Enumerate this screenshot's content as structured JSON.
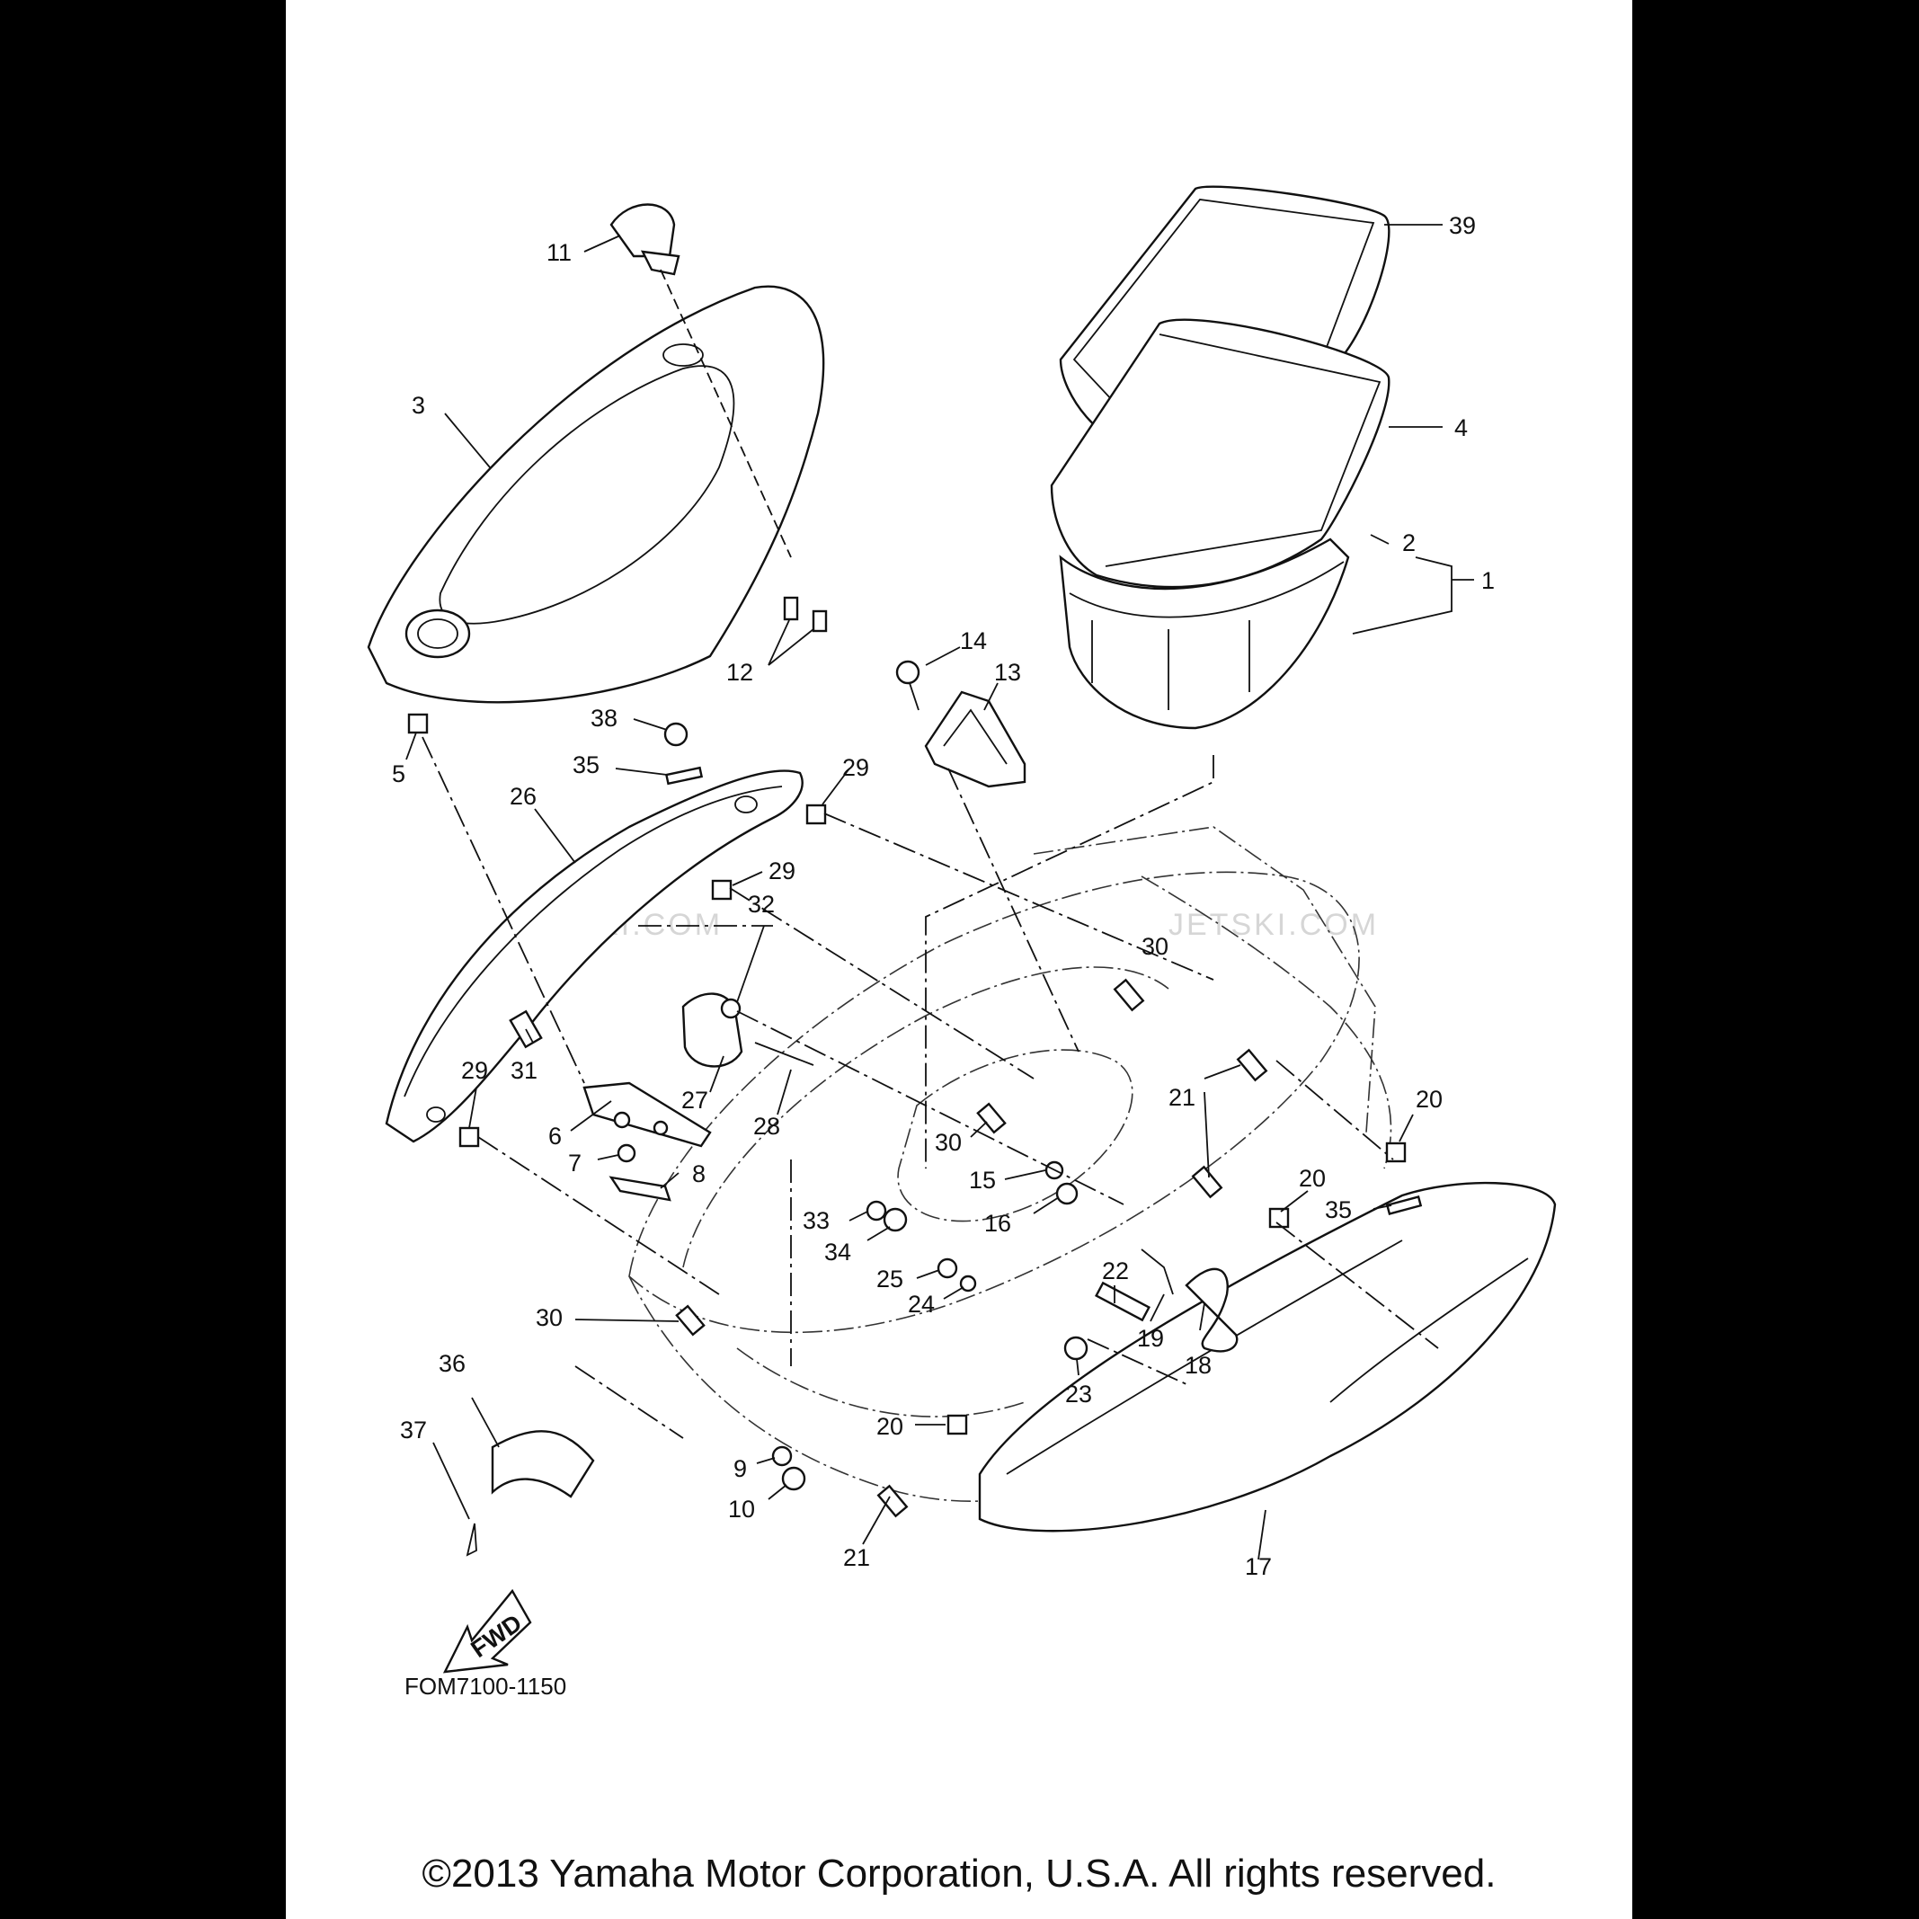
{
  "diagram_ref": "FOM7100-1150",
  "copyright": "©2013 Yamaha Motor Corporation, U.S.A. All rights reserved.",
  "watermark": "JETSKI.COM",
  "fwd_label": "FWD",
  "callouts": {
    "c1": "1",
    "c2": "2",
    "c3": "3",
    "c4": "4",
    "c5": "5",
    "c6": "6",
    "c7": "7",
    "c8": "8",
    "c9": "9",
    "c10": "10",
    "c11": "11",
    "c12": "12",
    "c13": "13",
    "c14": "14",
    "c15": "15",
    "c16": "16",
    "c17": "17",
    "c18": "18",
    "c19": "19",
    "c20a": "20",
    "c20b": "20",
    "c20c": "20",
    "c21a": "21",
    "c21b": "21",
    "c22": "22",
    "c23": "23",
    "c24": "24",
    "c25": "25",
    "c26": "26",
    "c27": "27",
    "c28": "28",
    "c29a": "29",
    "c29b": "29",
    "c29c": "29",
    "c30a": "30",
    "c30b": "30",
    "c30c": "30",
    "c31": "31",
    "c32": "32",
    "c33": "33",
    "c34": "34",
    "c35a": "35",
    "c35b": "35",
    "c36": "36",
    "c37": "37",
    "c38": "38",
    "c39": "39"
  }
}
